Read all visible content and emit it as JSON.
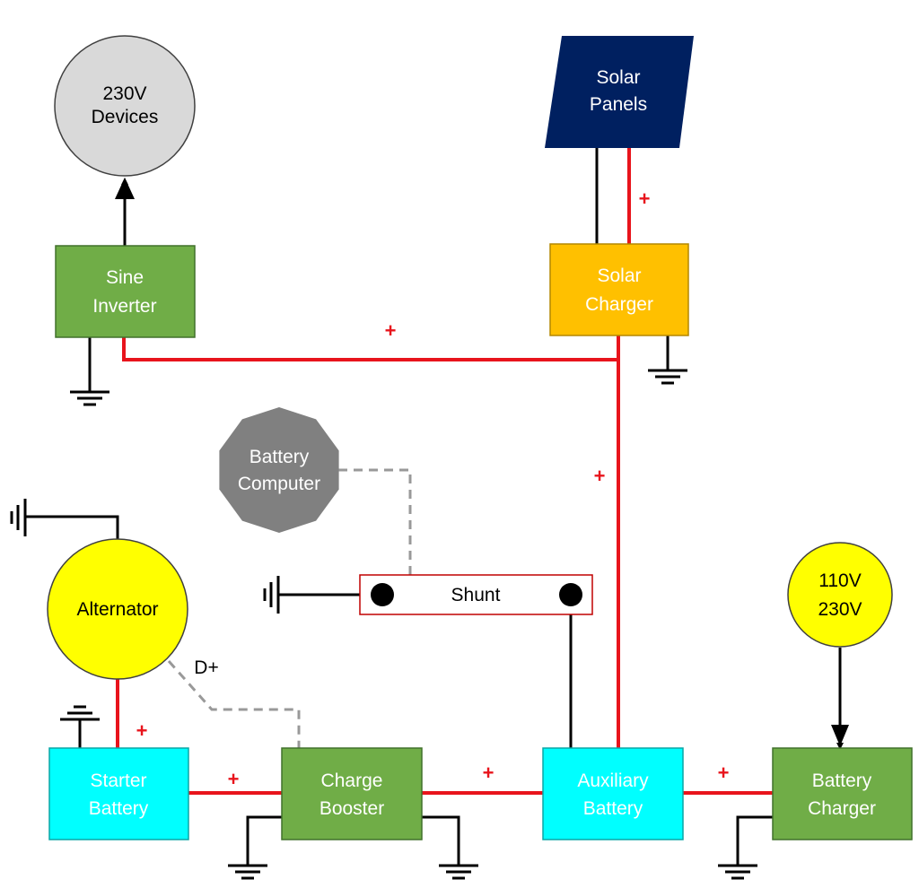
{
  "nodes": {
    "devices_230v": {
      "line1": "230V",
      "line2": "Devices"
    },
    "solar_panels": {
      "line1": "Solar",
      "line2": "Panels"
    },
    "sine_inverter": {
      "line1": "Sine",
      "line2": "Inverter"
    },
    "solar_charger": {
      "line1": "Solar",
      "line2": "Charger"
    },
    "battery_computer": {
      "line1": "Battery",
      "line2": "Computer"
    },
    "alternator": {
      "label": "Alternator"
    },
    "shunt": {
      "label": "Shunt"
    },
    "mains_source": {
      "line1": "110V",
      "line2": "230V"
    },
    "starter_battery": {
      "line1": "Starter",
      "line2": "Battery"
    },
    "charge_booster": {
      "line1": "Charge",
      "line2": "Booster"
    },
    "auxiliary_battery": {
      "line1": "Auxiliary",
      "line2": "Battery"
    },
    "battery_charger": {
      "line1": "Battery",
      "line2": "Charger"
    }
  },
  "wire_labels": {
    "positive": "+",
    "d_plus": "D+"
  },
  "colors": {
    "positive_wire": "#e8141c",
    "signal_wire": "#999999",
    "green_box": "#70ad47",
    "cyan_box": "#00ffff",
    "yellow": "#ffff00",
    "solar_charger": "#ffc000",
    "solar_panels": "#002060",
    "computer": "#808080",
    "devices": "#d9d9d9"
  }
}
